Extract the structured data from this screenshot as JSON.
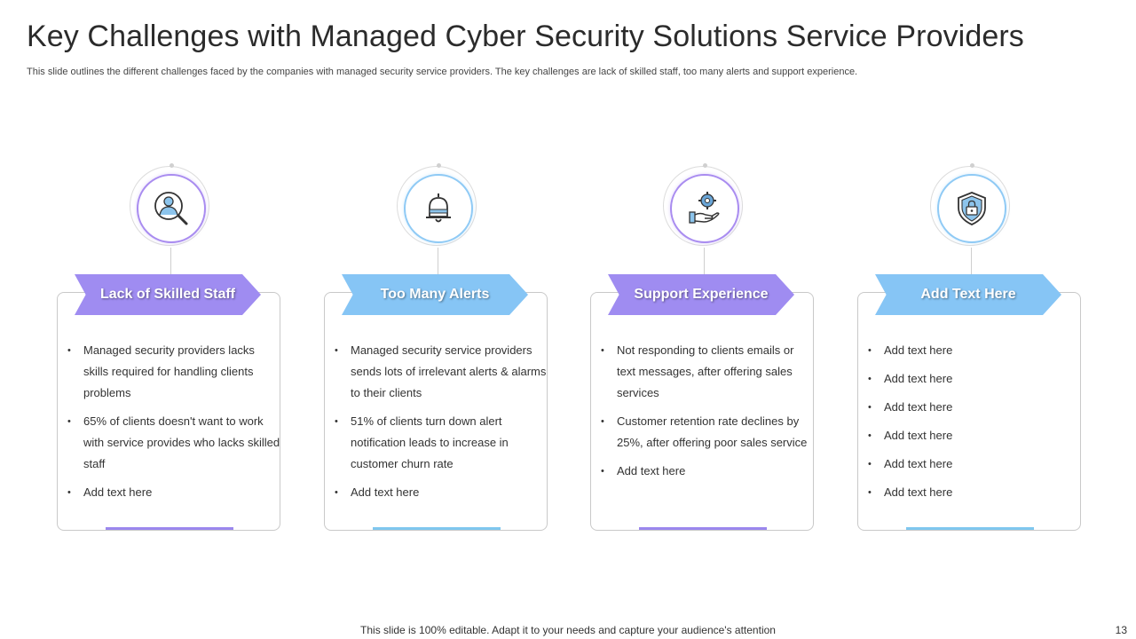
{
  "slide": {
    "title": "Key Challenges with Managed Cyber Security Solutions Service Providers",
    "subtitle": "This slide outlines the different challenges faced by the companies with managed security service providers. The key challenges are lack of skilled staff, too many alerts and support experience.",
    "footer": "This slide is 100% editable. Adapt it to your needs and capture your audience's attention",
    "page_number": "13"
  },
  "colors": {
    "purple": "#9f8cf1",
    "blue": "#86c5f5"
  },
  "columns": [
    {
      "heading": "Lack of Skilled Staff",
      "icon": "user-search-icon",
      "accent": "purple",
      "bullets": [
        "Managed security providers lacks skills required for handling clients problems",
        "65% of clients doesn't want to work with service provides who lacks skilled staff",
        "Add text here"
      ]
    },
    {
      "heading": "Too Many Alerts",
      "icon": "bell-icon",
      "accent": "blue",
      "bullets": [
        "Managed security service providers sends lots of irrelevant alerts & alarms to their clients",
        "51% of clients turn down alert notification leads to increase in customer churn rate",
        "Add text here"
      ]
    },
    {
      "heading": "Support Experience",
      "icon": "hand-gear-icon",
      "accent": "purple",
      "bullets": [
        "Not responding to clients emails or text messages, after offering sales services",
        "Customer retention rate declines by 25%, after offering poor sales service",
        "Add text here"
      ]
    },
    {
      "heading": "Add Text Here",
      "icon": "shield-lock-icon",
      "accent": "blue",
      "bullets": [
        "Add text here",
        "Add text here",
        "Add text here",
        "Add text here",
        "Add text here",
        "Add text here"
      ]
    }
  ]
}
